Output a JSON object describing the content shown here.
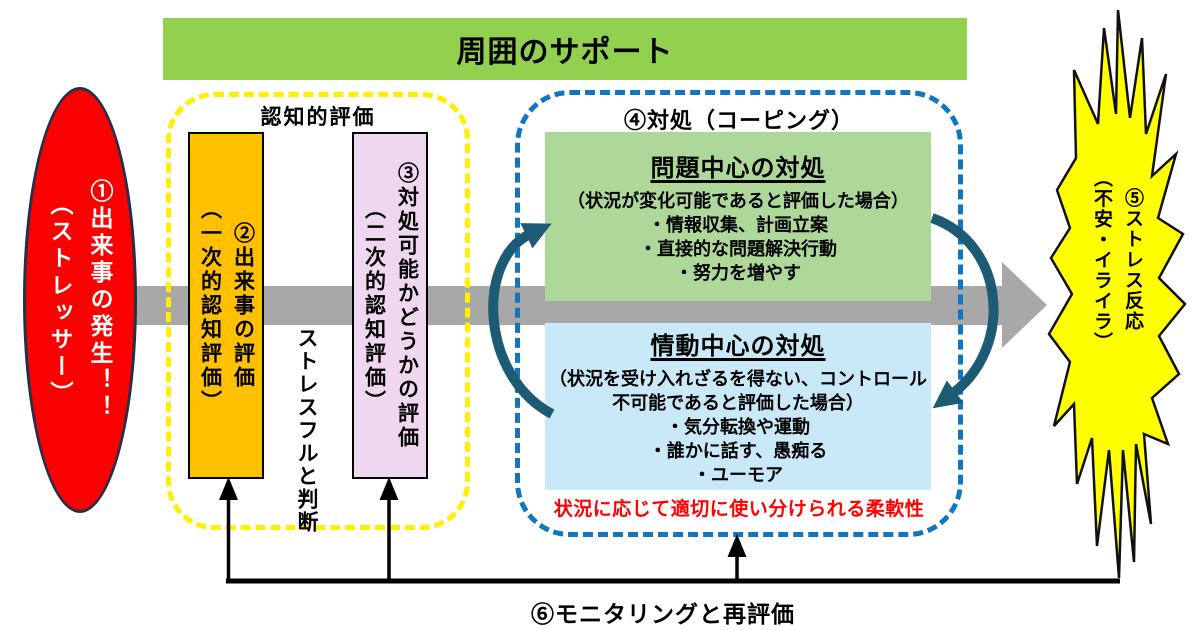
{
  "banner": {
    "label": "周囲のサポート"
  },
  "stressor": {
    "line1": "①出来事の発生！！",
    "line2": "（ストレッサー）"
  },
  "appraisal": {
    "label": "認知的評価",
    "primary": {
      "line1": "②出来事の評価",
      "line2": "（一次的認知評価）"
    },
    "secondary": {
      "line1": "③対処可能かどうかの評価",
      "line2": "（二次的認知評価）"
    },
    "judgement": "ストレスフルと判断"
  },
  "coping": {
    "label": "④対処（コーピング）",
    "problem": {
      "title": "問題中心の対処",
      "lines": [
        "（状況が変化可能であると評価した場合）",
        "・情報収集、計画立案",
        "・直接的な問題解決行動",
        "・努力を増やす"
      ]
    },
    "emotion": {
      "title": "情動中心の対処",
      "lines": [
        "（状況を受け入れざるを得ない、コントロール",
        "不可能であると評価した場合）",
        "・気分転換や運動",
        "・誰かに話す、愚痴る",
        "・ユーモア"
      ]
    },
    "flexibility_note": "状況に応じて適切に使い分けられる柔軟性"
  },
  "stress_response": {
    "line1": "⑤ストレス反応",
    "line2": "（不安・イライラ）"
  },
  "monitoring": {
    "label": "⑥モニタリングと再評価"
  },
  "colors": {
    "banner_green": "#92D04F",
    "stressor_red": "#FB0000",
    "primary_orange": "#FFC000",
    "secondary_pink": "#EFD7EF",
    "problem_green": "#AED79A",
    "emotion_blue": "#C9E8F8",
    "appraisal_dash_yellow": "#FFF000",
    "coping_dash_blue": "#0E76C3",
    "flow_gray": "#A8A8A8",
    "cycle_teal": "#1C5B73",
    "note_red": "#FF0000",
    "starburst_yellow": "#FFFF00"
  }
}
